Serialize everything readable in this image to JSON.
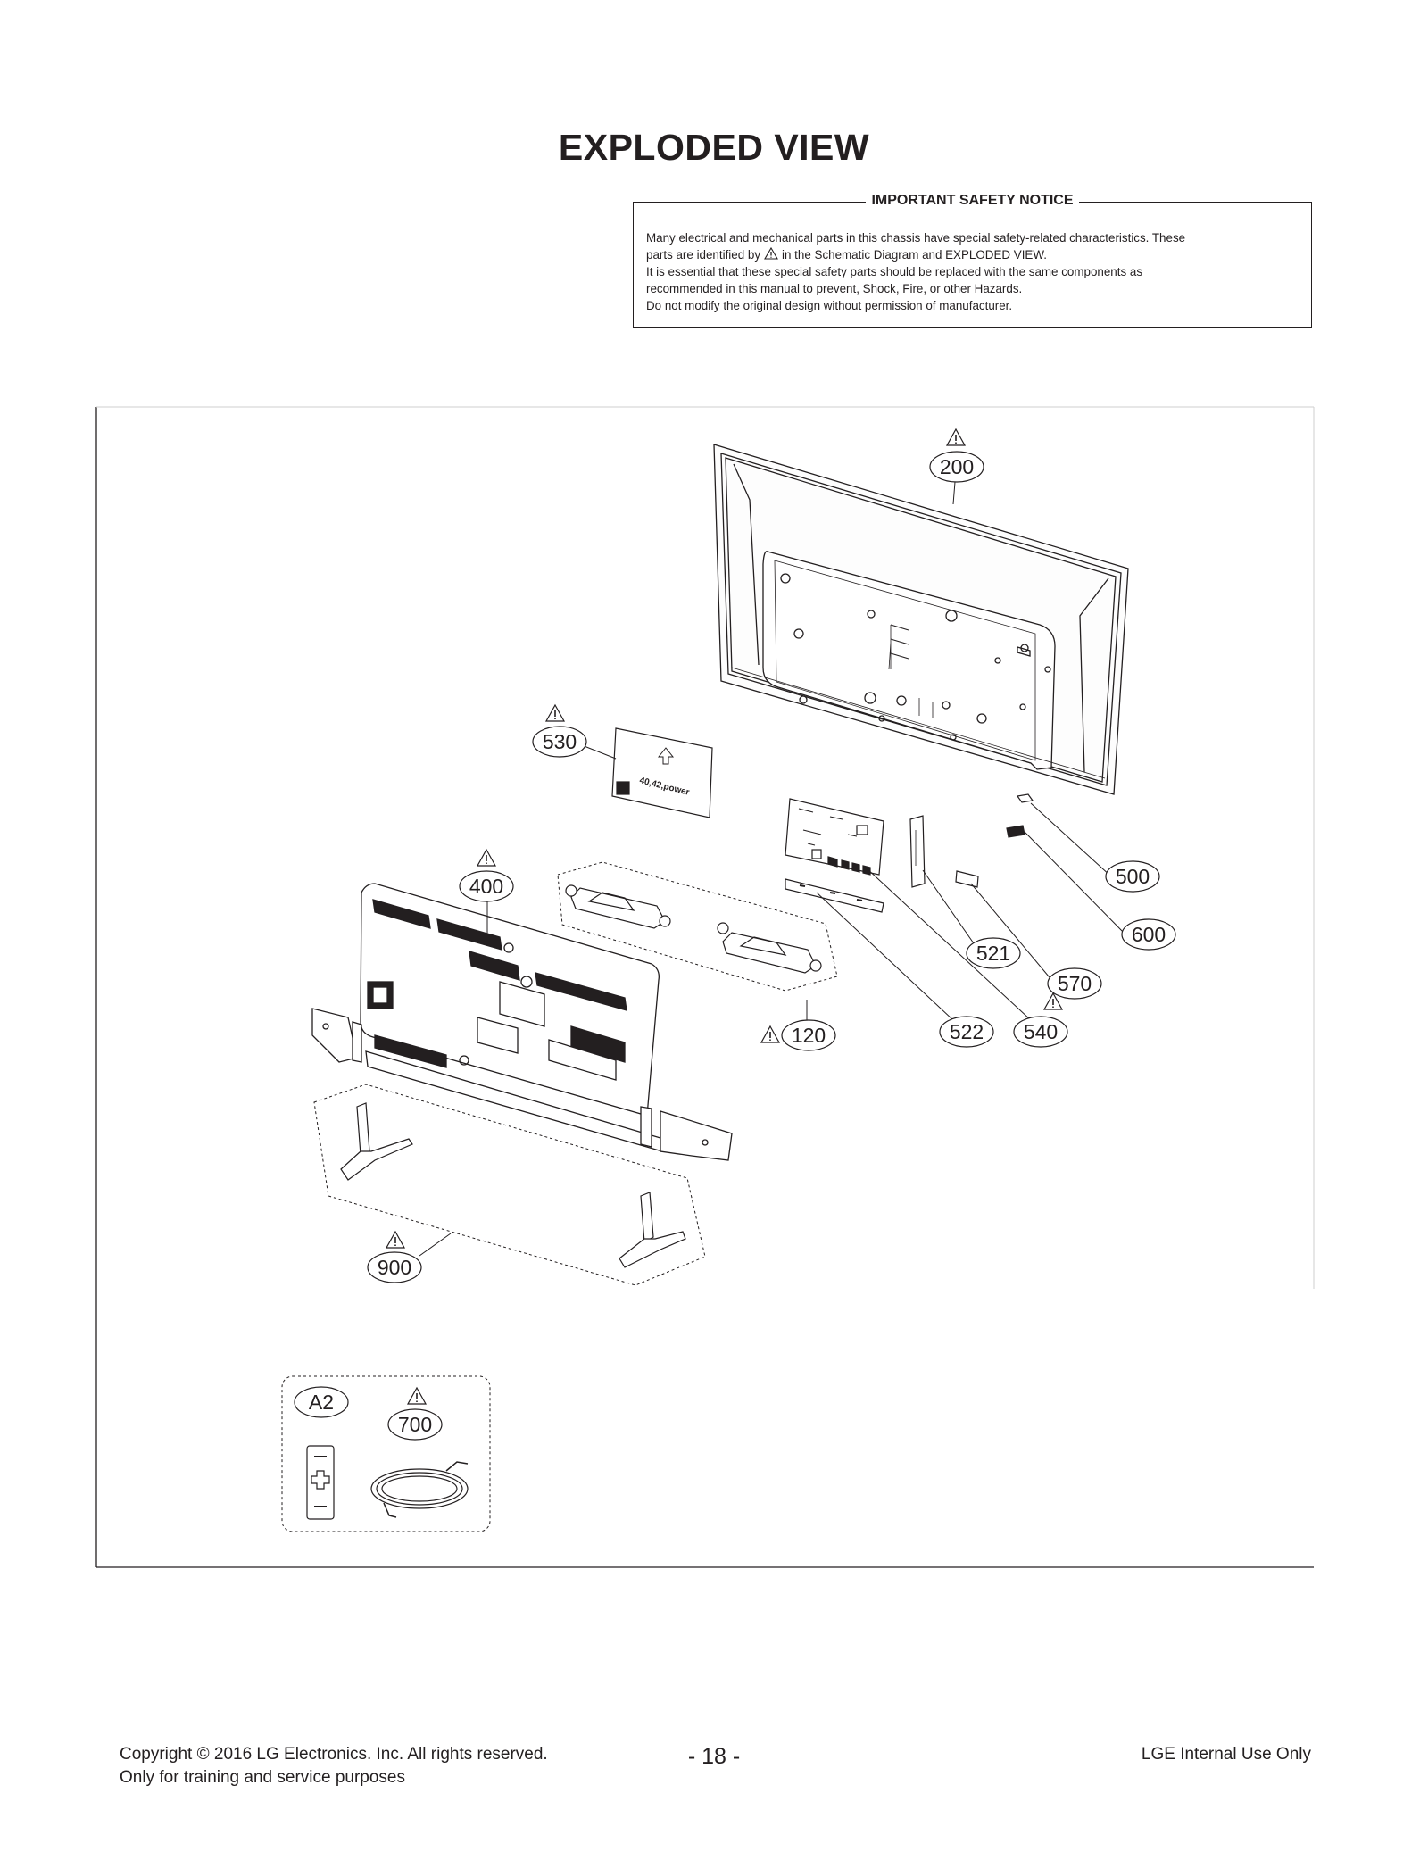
{
  "title": "EXPLODED VIEW",
  "notice": {
    "heading": "IMPORTANT SAFETY NOTICE",
    "line1": "Many electrical and mechanical parts in this chassis have special safety-related characteristics. These",
    "line2_pre": "parts are identified by",
    "line2_post": "in the Schematic Diagram and EXPLODED VIEW.",
    "line3": "It is essential that these special safety parts should be replaced with the same components as",
    "line4": "recommended in this manual to prevent, Shock, Fire, or other Hazards.",
    "line5": "Do not modify the original design without permission of manufacturer."
  },
  "parts": {
    "p200": "200",
    "p530": "530",
    "p400": "400",
    "p500": "500",
    "p600": "600",
    "p521": "521",
    "p570": "570",
    "p120": "120",
    "p522": "522",
    "p540": "540",
    "p900": "900",
    "pA2": "A2",
    "p700": "700"
  },
  "power_label": "40,42,power",
  "footer": {
    "copyright": "Copyright  © 2016 LG Electronics. Inc. All rights reserved.",
    "purpose": "Only for training and service purposes",
    "page_number": "- 18 -",
    "internal": "LGE Internal Use Only"
  }
}
